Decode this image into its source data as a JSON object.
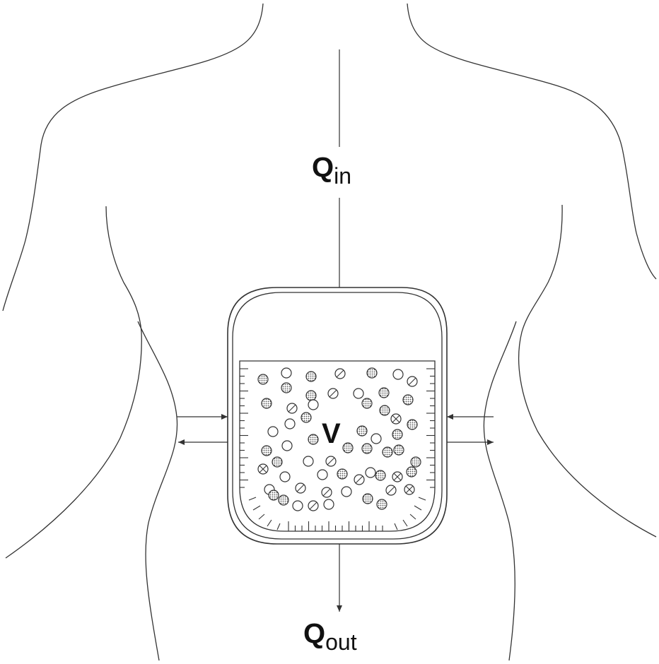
{
  "labels": {
    "inflow_main": "Q",
    "inflow_sub": "in",
    "volume": "V",
    "outflow_main": "Q",
    "outflow_sub": "out"
  }
}
